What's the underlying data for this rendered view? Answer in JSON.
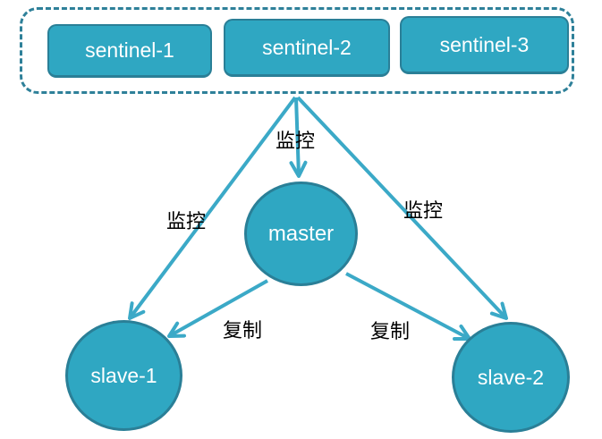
{
  "nodes": {
    "sentinels": [
      {
        "label": "sentinel-1"
      },
      {
        "label": "sentinel-2"
      },
      {
        "label": "sentinel-3"
      }
    ],
    "master": {
      "label": "master"
    },
    "slave1": {
      "label": "slave-1"
    },
    "slave2": {
      "label": "slave-2"
    }
  },
  "edges": {
    "monitor_master": {
      "label": "监控"
    },
    "monitor_slave1": {
      "label": "监控"
    },
    "monitor_slave2": {
      "label": "监控"
    },
    "replicate_slave1": {
      "label": "复制"
    },
    "replicate_slave2": {
      "label": "复制"
    }
  },
  "colors": {
    "node_fill": "#2FA7C2",
    "node_border": "#2A7F97",
    "group_dashed_border": "#2E8099",
    "arrow": "#3BA9C7",
    "edge_label_text": "#000000",
    "node_text": "#FFFFFF",
    "background": "#FFFFFF"
  }
}
